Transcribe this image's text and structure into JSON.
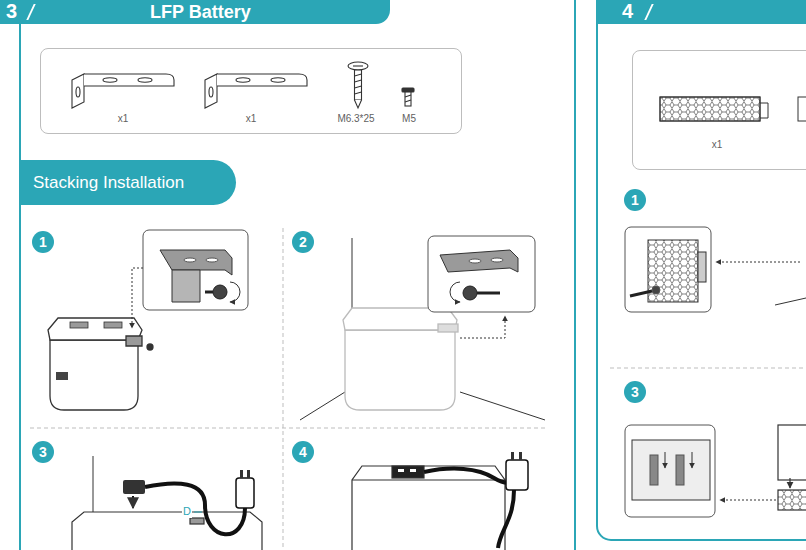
{
  "diagram": {
    "nodes": [
      {
        "text": [
          "3",
          "LFP Battery"
        ]
      },
      {
        "text": [
          "x1",
          "x1",
          "M6.3*25",
          "M5"
        ]
      },
      {
        "text": [
          "Stacking Installation"
        ]
      },
      {
        "text": [
          "1"
        ]
      },
      {
        "text": [
          "2"
        ]
      },
      {
        "text": [
          "3"
        ]
      },
      {
        "text": [
          "4"
        ]
      },
      {
        "text": [
          "4"
        ]
      },
      {
        "text": [
          "x1"
        ]
      },
      {
        "text": [
          "1"
        ]
      },
      {
        "text": [
          "3"
        ]
      }
    ],
    "labels": [
      "D"
    ]
  }
}
